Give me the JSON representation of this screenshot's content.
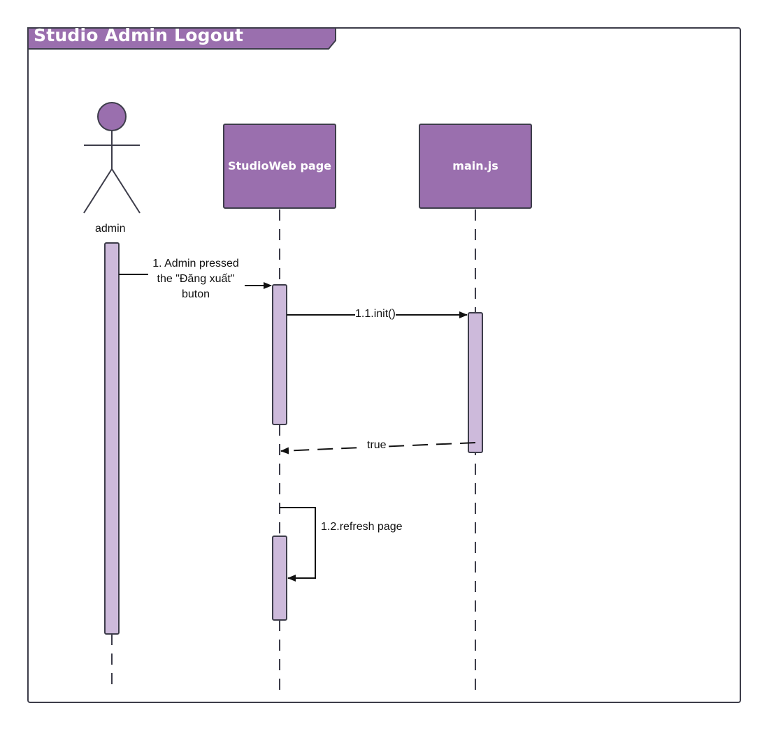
{
  "frame": {
    "title": "Studio Admin Logout"
  },
  "actor": {
    "label": "admin"
  },
  "lifelines": [
    {
      "label": "StudioWeb page"
    },
    {
      "label": "main.js"
    }
  ],
  "messages": [
    {
      "lines": [
        "1. Admin pressed",
        "the \"Đăng xuất\"",
        "buton"
      ],
      "kind": "sync"
    },
    {
      "label": "1.1.init()",
      "kind": "sync"
    },
    {
      "label": "true",
      "kind": "return"
    },
    {
      "label": "1.2.refresh page",
      "kind": "self"
    }
  ],
  "colors": {
    "header_fill": "#9a6fae",
    "activation_fill": "#cdbadb",
    "stroke": "#3d3d4a",
    "text": "#111111"
  }
}
